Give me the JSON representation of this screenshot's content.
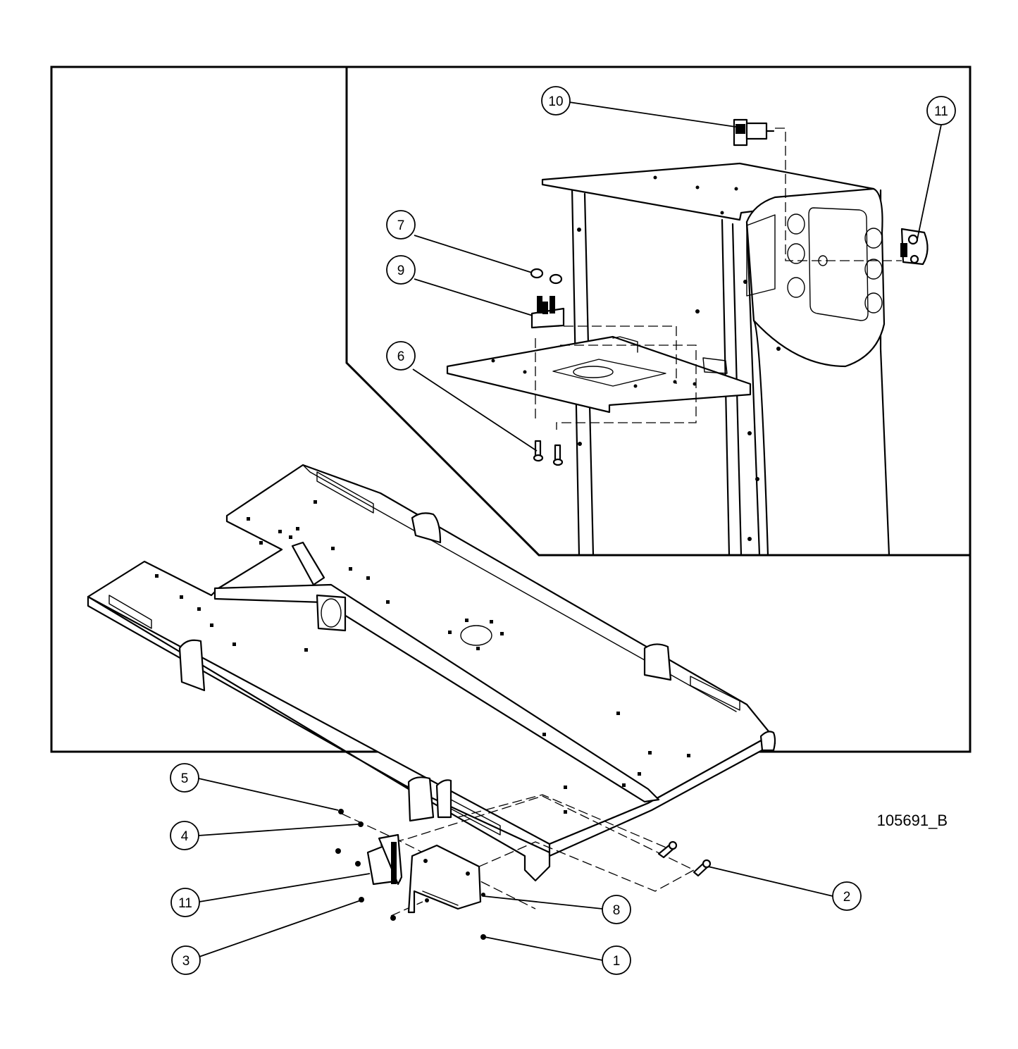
{
  "drawing": {
    "number": "105691_B"
  },
  "callouts": [
    {
      "id": "c10",
      "label": "10"
    },
    {
      "id": "c11a",
      "label": "11"
    },
    {
      "id": "c7",
      "label": "7"
    },
    {
      "id": "c9",
      "label": "9"
    },
    {
      "id": "c6",
      "label": "6"
    },
    {
      "id": "c5",
      "label": "5"
    },
    {
      "id": "c4",
      "label": "4"
    },
    {
      "id": "c11b",
      "label": "11"
    },
    {
      "id": "c3",
      "label": "3"
    },
    {
      "id": "c2",
      "label": "2"
    },
    {
      "id": "c8",
      "label": "8"
    },
    {
      "id": "c1",
      "label": "1"
    }
  ],
  "colors": {
    "line": "#000000",
    "background": "#ffffff"
  }
}
